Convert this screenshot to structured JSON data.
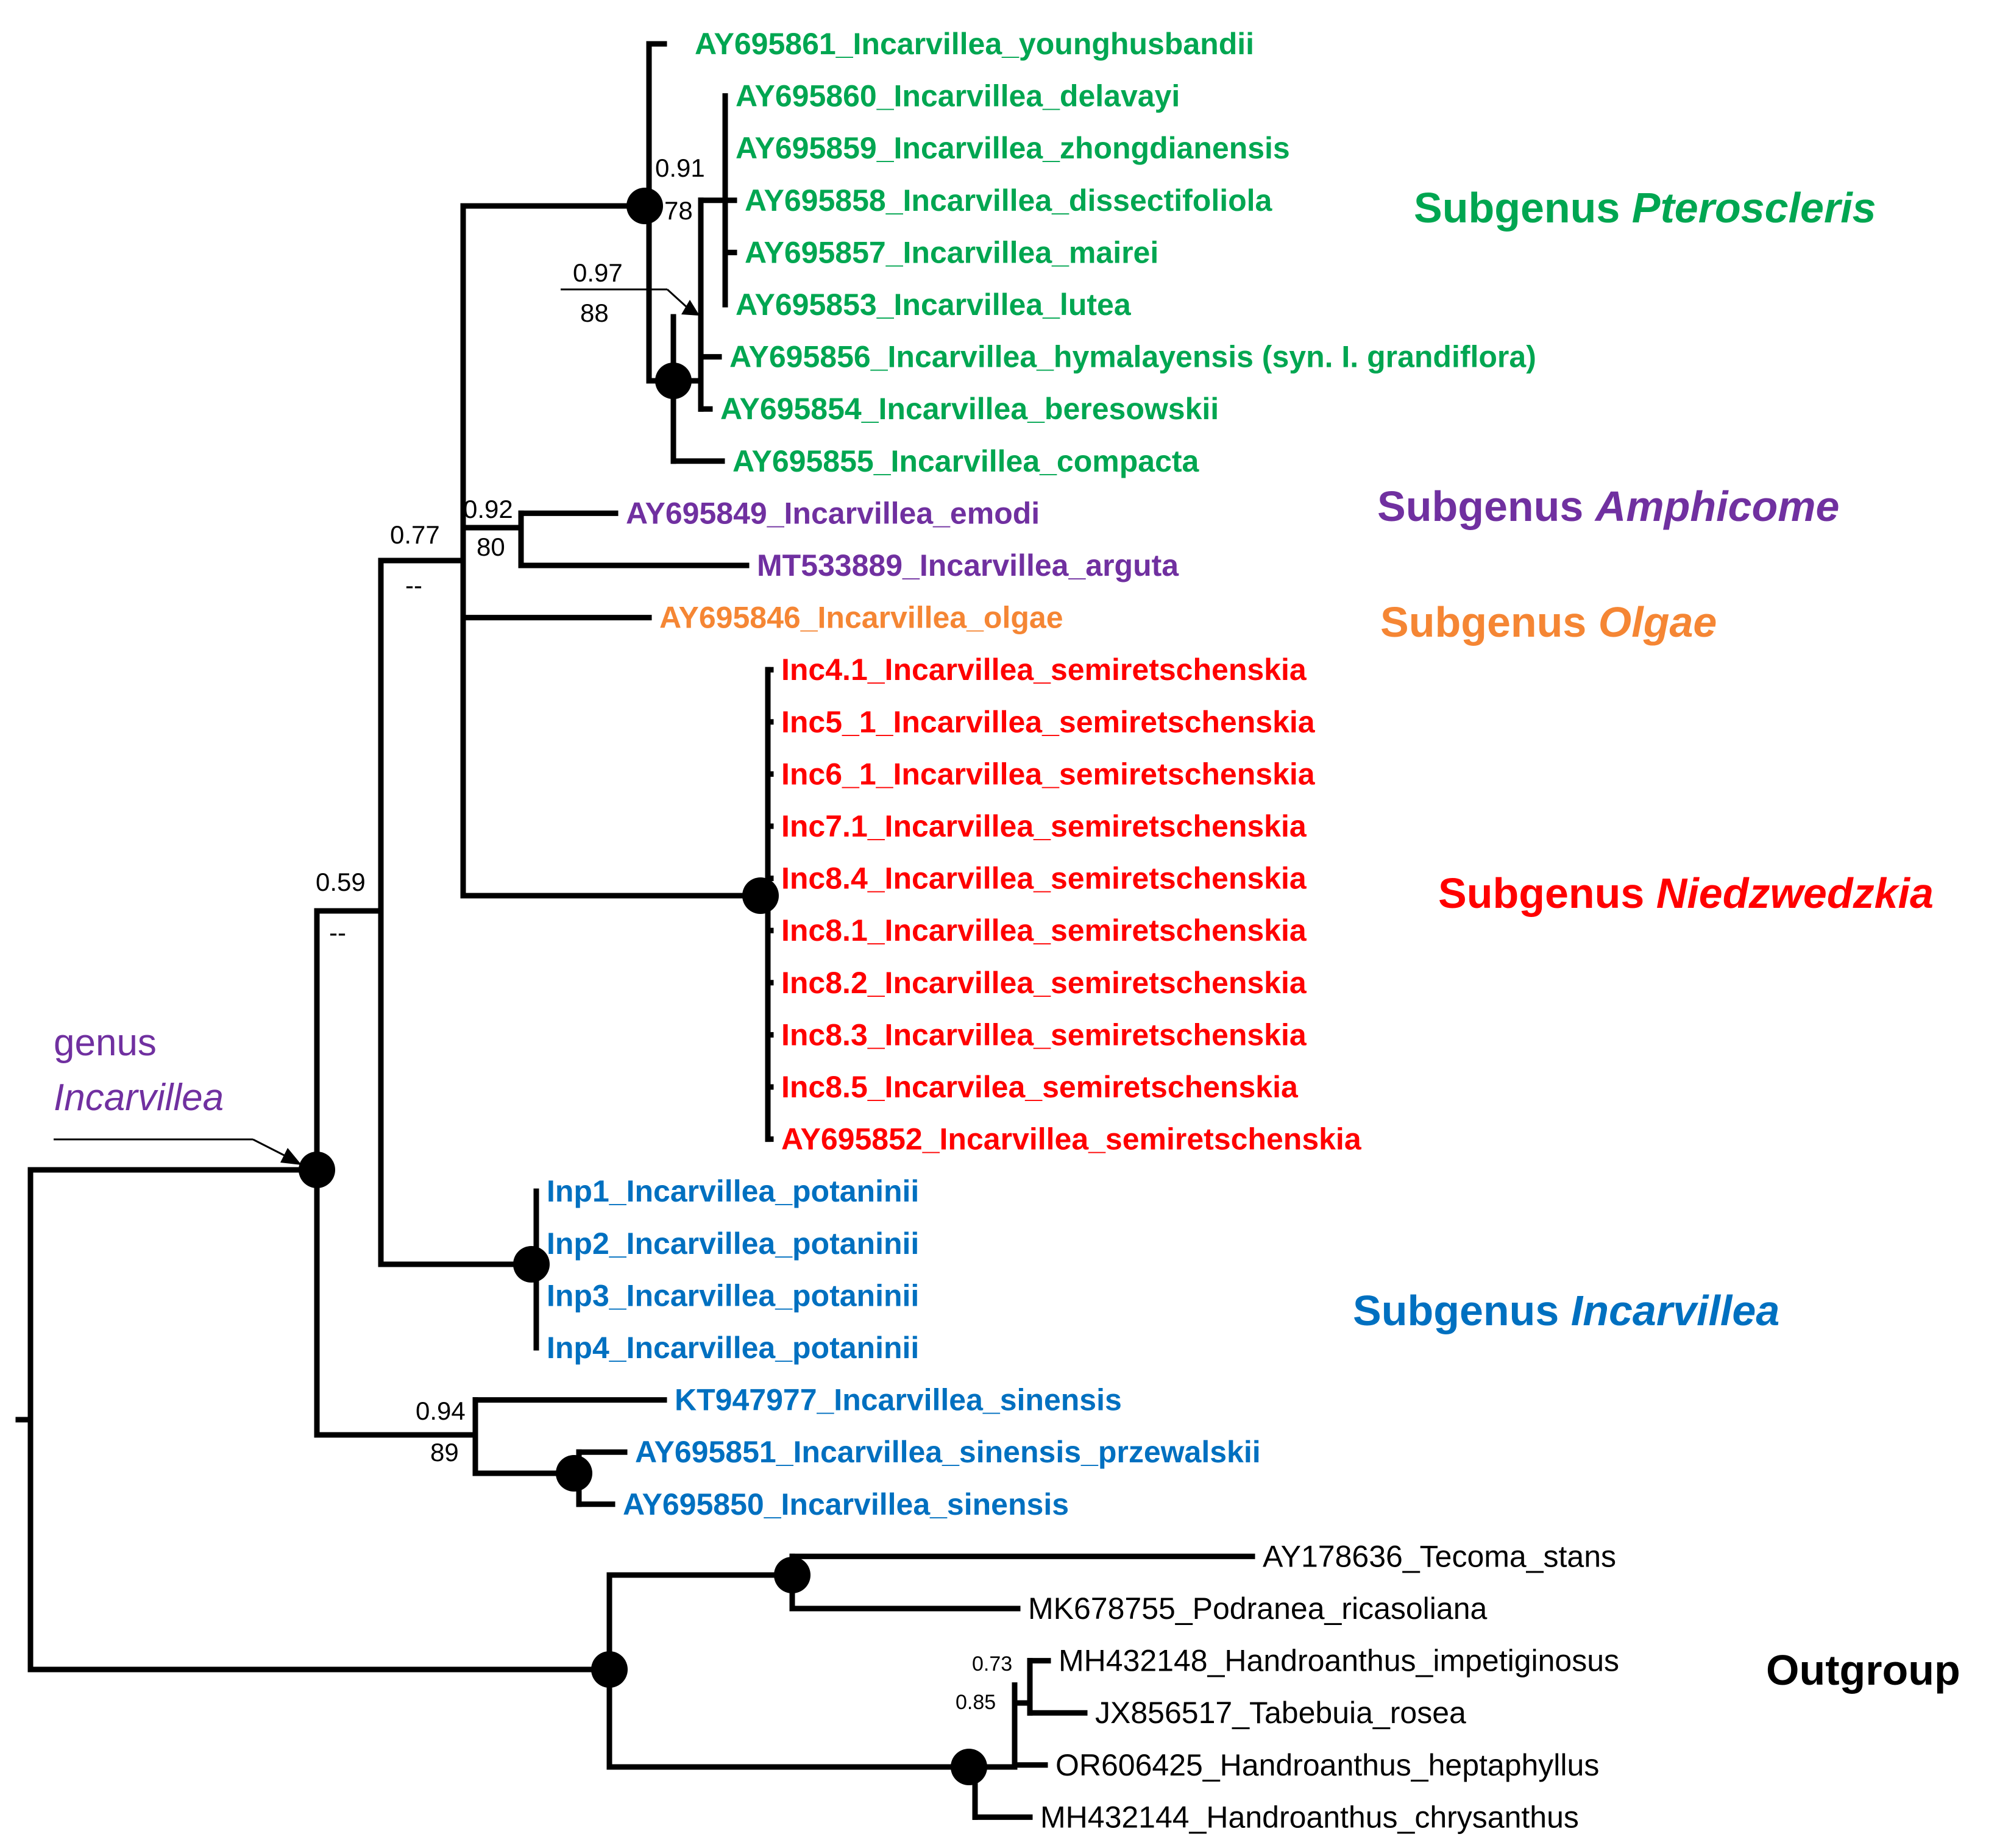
{
  "colors": {
    "pteroscleris": "#00A651",
    "amphicome": "#7030A0",
    "olgae": "#F58634",
    "niedzwedzkia": "#FF0000",
    "incarvillea": "#0070C0",
    "outgroup": "#000000",
    "genus_label": "#7030A0"
  },
  "leaves": [
    {
      "label": "AY695861_Incarvillea_younghusbandii",
      "group": "pteroscleris"
    },
    {
      "label": "AY695860_Incarvillea_delavayi",
      "group": "pteroscleris"
    },
    {
      "label": "AY695859_Incarvillea_zhongdianensis",
      "group": "pteroscleris"
    },
    {
      "label": "AY695858_Incarvillea_dissectifoliola",
      "group": "pteroscleris"
    },
    {
      "label": "AY695857_Incarvillea_mairei",
      "group": "pteroscleris"
    },
    {
      "label": "AY695853_Incarvillea_lutea",
      "group": "pteroscleris"
    },
    {
      "label": "AY695856_Incarvillea_hymalayensis (syn. I. grandiflora)",
      "group": "pteroscleris"
    },
    {
      "label": "AY695854_Incarvillea_beresowskii",
      "group": "pteroscleris"
    },
    {
      "label": "AY695855_Incarvillea_compacta",
      "group": "pteroscleris"
    },
    {
      "label": "AY695849_Incarvillea_emodi",
      "group": "amphicome"
    },
    {
      "label": "MT533889_Incarvillea_arguta",
      "group": "amphicome"
    },
    {
      "label": "AY695846_Incarvillea_olgae",
      "group": "olgae"
    },
    {
      "label": "Inc4.1_Incarvillea_semiretschenskia",
      "group": "niedzwedzkia"
    },
    {
      "label": "Inc5_1_Incarvillea_semiretschenskia",
      "group": "niedzwedzkia"
    },
    {
      "label": "Inc6_1_Incarvillea_semiretschenskia",
      "group": "niedzwedzkia"
    },
    {
      "label": "Inc7.1_Incarvillea_semiretschenskia",
      "group": "niedzwedzkia"
    },
    {
      "label": "Inc8.4_Incarvillea_semiretschenskia",
      "group": "niedzwedzkia"
    },
    {
      "label": "Inc8.1_Incarvillea_semiretschenskia",
      "group": "niedzwedzkia"
    },
    {
      "label": "Inc8.2_Incarvillea_semiretschenskia",
      "group": "niedzwedzkia"
    },
    {
      "label": "Inc8.3_Incarvillea_semiretschenskia",
      "group": "niedzwedzkia"
    },
    {
      "label": "Inc8.5_Incarvilea_semiretschenskia",
      "group": "niedzwedzkia"
    },
    {
      "label": "AY695852_Incarvillea_semiretschenskia",
      "group": "niedzwedzkia"
    },
    {
      "label": "Inp1_Incarvillea_potaninii",
      "group": "incarvillea"
    },
    {
      "label": "Inp2_Incarvillea_potaninii",
      "group": "incarvillea"
    },
    {
      "label": "Inp3_Incarvillea_potaninii",
      "group": "incarvillea"
    },
    {
      "label": "Inp4_Incarvillea_potaninii",
      "group": "incarvillea"
    },
    {
      "label": "KT947977_Incarvillea_sinensis",
      "group": "incarvillea"
    },
    {
      "label": "AY695851_Incarvillea_sinensis_przewalskii",
      "group": "incarvillea"
    },
    {
      "label": "AY695850_Incarvillea_sinensis",
      "group": "incarvillea"
    },
    {
      "label": "AY178636_Tecoma_stans",
      "group": "outgroup"
    },
    {
      "label": "MK678755_Podranea_ricasoliana",
      "group": "outgroup"
    },
    {
      "label": "MH432148_Handroanthus_impetiginosus",
      "group": "outgroup"
    },
    {
      "label": "JX856517_Tabebuia_rosea",
      "group": "outgroup"
    },
    {
      "label": "OR606425_Handroanthus_heptaphyllus",
      "group": "outgroup"
    },
    {
      "label": "MH432144_Handroanthus_chrysanthus",
      "group": "outgroup"
    }
  ],
  "support_values": [
    {
      "posterior": "0.91",
      "bootstrap": "78",
      "node": "pteroscleris-core"
    },
    {
      "posterior": "0.97",
      "bootstrap": "88",
      "node": "pteroscleris-inner"
    },
    {
      "posterior": "0.92",
      "bootstrap": "80",
      "node": "amphicome"
    },
    {
      "posterior": "0.77",
      "bootstrap": "--",
      "node": "incarvillea-crown"
    },
    {
      "posterior": "0.59",
      "bootstrap": "--",
      "node": "incarvillea-backbone"
    },
    {
      "posterior": "0.94",
      "bootstrap": "89",
      "node": "sinensis"
    },
    {
      "posterior": "0.73",
      "bootstrap": "",
      "node": "handroanthus-pair"
    },
    {
      "posterior": "0.85",
      "bootstrap": "",
      "node": "handroanthus-trio"
    }
  ],
  "clade_labels": [
    {
      "prefix": "Subgenus ",
      "name": "Pteroscleris",
      "group": "pteroscleris"
    },
    {
      "prefix": "Subgenus ",
      "name": "Amphicome",
      "group": "amphicome"
    },
    {
      "prefix": "Subgenus ",
      "name": "Olgae",
      "group": "olgae"
    },
    {
      "prefix": "Subgenus ",
      "name": "Niedzwedzkia",
      "group": "niedzwedzkia"
    },
    {
      "prefix": "Subgenus ",
      "name": "Incarvillea",
      "group": "incarvillea"
    },
    {
      "prefix": "Outgroup",
      "name": "",
      "group": "outgroup"
    }
  ],
  "genus_label": {
    "line1": "genus",
    "line2": "Incarvillea"
  }
}
